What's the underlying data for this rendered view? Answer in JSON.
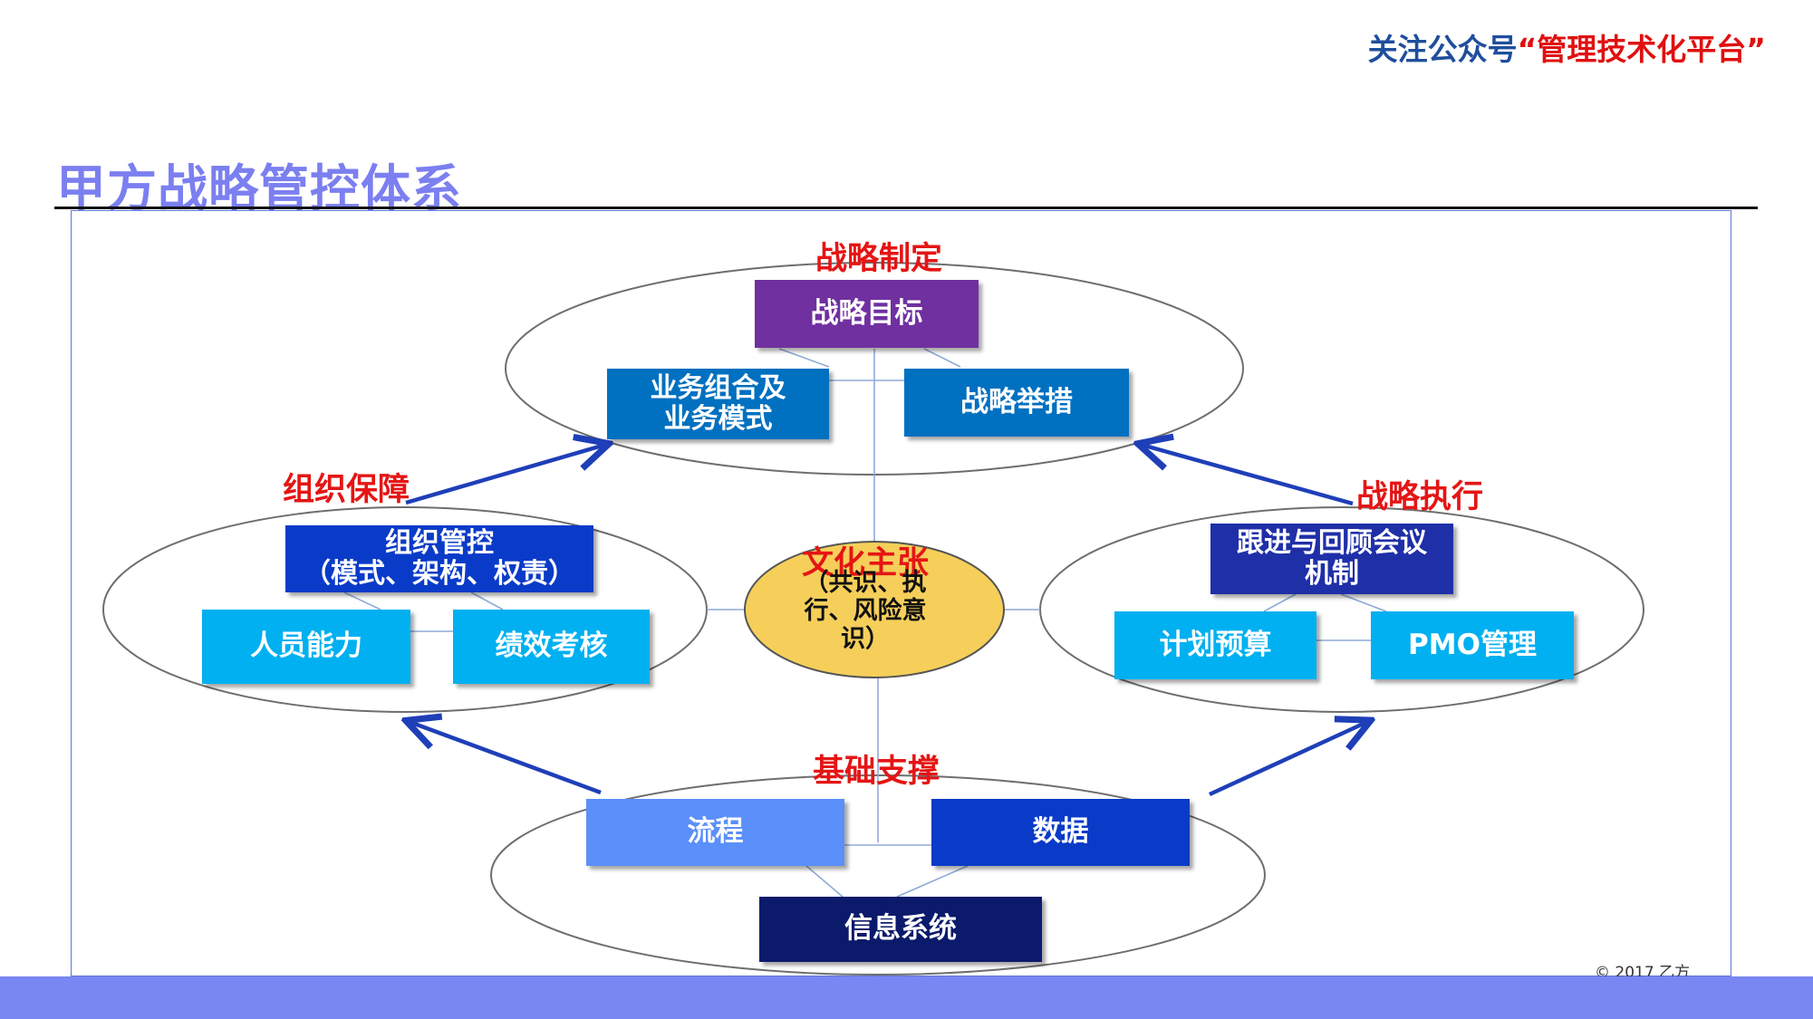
{
  "header": {
    "note_prefix": "关注公众号",
    "note_highlight": "“管理技术化平台”"
  },
  "title": "甲方战略管控体系",
  "copyright": "© 2017 乙方",
  "clusters": {
    "top": {
      "label": "战略制定",
      "boxes": [
        "战略目标",
        "业务组合及\n业务模式",
        "战略举措"
      ]
    },
    "left": {
      "label": "组织保障",
      "boxes": [
        "组织管控\n（模式、架构、权责）",
        "人员能力",
        "绩效考核"
      ]
    },
    "right": {
      "label": "战略执行",
      "boxes": [
        "跟进与回顾会议\n机制",
        "计划预算",
        "PMO管理"
      ]
    },
    "bottom": {
      "label": "基础支撑",
      "boxes": [
        "流程",
        "数据",
        "信息系统"
      ]
    },
    "center": {
      "label": "文化主张",
      "sub": "（共识、执\n行、风险意\n识）"
    }
  },
  "colors": {
    "purple": "#7030a0",
    "blue_mid": "#0070c0",
    "blue_dark": "#0a3bc8",
    "cyan": "#00b0f0",
    "navy": "#1f2fa8",
    "light_blue": "#5b8ff9",
    "deep_navy": "#0b1a6b",
    "center_fill": "#f5cf5a",
    "label_red": "#e51515",
    "title": "#7b7ff0",
    "band": "#7987f2"
  }
}
